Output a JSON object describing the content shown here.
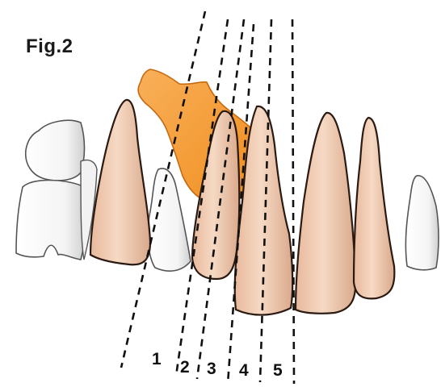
{
  "figure": {
    "title": "Fig.2"
  },
  "colors": {
    "tooth_fill": "#f3cfb6",
    "tooth_shadow": "#c99a7e",
    "tooth_outline": "#2a1a12",
    "white_tooth_fill": "#ffffff",
    "white_tooth_outline": "#555555",
    "canine_fill": "#f7a23c",
    "canine_outline": "#c56a12",
    "dashed_line": "#111111"
  },
  "teeth": [
    {
      "name": "premolar-crown-white",
      "type": "white"
    },
    {
      "name": "premolar-root-white",
      "type": "white"
    },
    {
      "name": "left-central-incisor",
      "type": "tan"
    },
    {
      "name": "lateral-incisor-white",
      "type": "white"
    },
    {
      "name": "impacted-canine",
      "type": "orange"
    },
    {
      "name": "small-incisor",
      "type": "tan"
    },
    {
      "name": "central-incisor-a",
      "type": "tan"
    },
    {
      "name": "central-incisor-b",
      "type": "tan"
    },
    {
      "name": "lateral-incisor-right",
      "type": "tan"
    },
    {
      "name": "right-white-tooth",
      "type": "white"
    }
  ],
  "reference_lines": [
    {
      "label": "1"
    },
    {
      "label": "2"
    },
    {
      "label": "3"
    },
    {
      "label": "4"
    },
    {
      "label": "5"
    }
  ]
}
